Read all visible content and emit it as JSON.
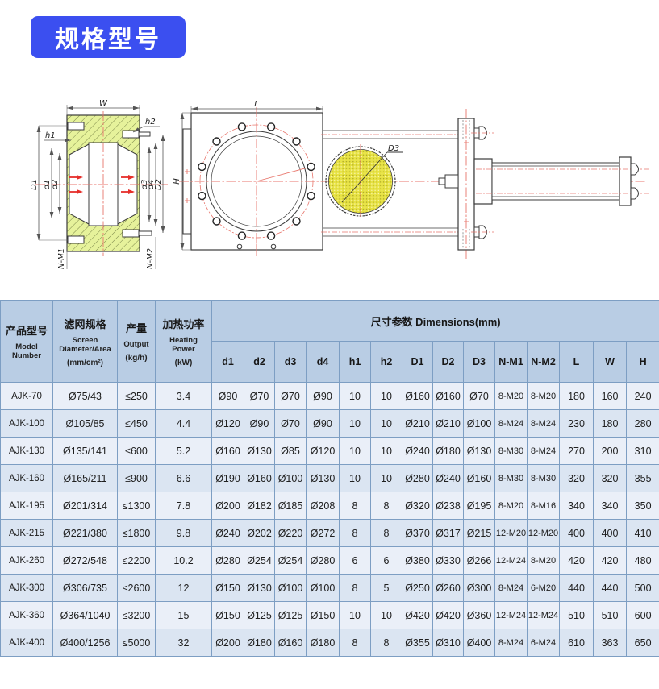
{
  "page": {
    "badge": "规格型号"
  },
  "colors": {
    "badge_blue": "#3b4ff0",
    "table_header_bg": "#b9cde4",
    "table_border": "#7d9ec3",
    "row_odd": "#eaeff8",
    "row_even": "#dbe5f2",
    "hatch_fill": "#e6f29b",
    "screen_fill": "#e7e243",
    "centerline_red": "#e8766c",
    "arrow_red": "#e62e2a",
    "line_dark": "#3b3b3b",
    "text_dark": "#1f1f1f"
  },
  "drawing": {
    "labels": {
      "W": "W",
      "h1": "h1",
      "h2": "h2",
      "D1": "D1",
      "d1": "d1",
      "d2": "d2",
      "d3": "d3",
      "d4": "d4",
      "D2": "D2",
      "N_M1": "N-M1",
      "N_M2": "N-M2",
      "L": "L",
      "H": "H",
      "D3": "D3"
    }
  },
  "table": {
    "group_headers": [
      {
        "zh": "产品型号",
        "en": "Model Number",
        "unit": ""
      },
      {
        "zh": "滤网规格",
        "en": "Screen Diameter/Area",
        "unit": "(mm/cm²)"
      },
      {
        "zh": "产量",
        "en": "Output",
        "unit": "(kg/h)"
      },
      {
        "zh": "加热功率",
        "en": "Heating Power",
        "unit": "(kW)"
      }
    ],
    "dims_title": "尺寸参数 Dimensions(mm)",
    "dim_cols": [
      "d1",
      "d2",
      "d3",
      "d4",
      "h1",
      "h2",
      "D1",
      "D2",
      "D3",
      "N-M1",
      "N-M2",
      "L",
      "W",
      "H"
    ],
    "rows": [
      [
        "AJK-70",
        "Ø75/43",
        "≤250",
        "3.4",
        "Ø90",
        "Ø70",
        "Ø70",
        "Ø90",
        "10",
        "10",
        "Ø160",
        "Ø160",
        "Ø70",
        "8-M20",
        "8-M20",
        "180",
        "160",
        "240"
      ],
      [
        "AJK-100",
        "Ø105/85",
        "≤450",
        "4.4",
        "Ø120",
        "Ø90",
        "Ø70",
        "Ø90",
        "10",
        "10",
        "Ø210",
        "Ø210",
        "Ø100",
        "8-M24",
        "8-M24",
        "230",
        "180",
        "280"
      ],
      [
        "AJK-130",
        "Ø135/141",
        "≤600",
        "5.2",
        "Ø160",
        "Ø130",
        "Ø85",
        "Ø120",
        "10",
        "10",
        "Ø240",
        "Ø180",
        "Ø130",
        "8-M30",
        "8-M24",
        "270",
        "200",
        "310"
      ],
      [
        "AJK-160",
        "Ø165/211",
        "≤900",
        "6.6",
        "Ø190",
        "Ø160",
        "Ø100",
        "Ø130",
        "10",
        "10",
        "Ø280",
        "Ø240",
        "Ø160",
        "8-M30",
        "8-M30",
        "320",
        "320",
        "355"
      ],
      [
        "AJK-195",
        "Ø201/314",
        "≤1300",
        "7.8",
        "Ø200",
        "Ø182",
        "Ø185",
        "Ø208",
        "8",
        "8",
        "Ø320",
        "Ø238",
        "Ø195",
        "8-M20",
        "8-M16",
        "340",
        "340",
        "350"
      ],
      [
        "AJK-215",
        "Ø221/380",
        "≤1800",
        "9.8",
        "Ø240",
        "Ø202",
        "Ø220",
        "Ø272",
        "8",
        "8",
        "Ø370",
        "Ø317",
        "Ø215",
        "12-M20",
        "12-M20",
        "400",
        "400",
        "410"
      ],
      [
        "AJK-260",
        "Ø272/548",
        "≤2200",
        "10.2",
        "Ø280",
        "Ø254",
        "Ø254",
        "Ø280",
        "6",
        "6",
        "Ø380",
        "Ø330",
        "Ø266",
        "12-M24",
        "8-M20",
        "420",
        "420",
        "480"
      ],
      [
        "AJK-300",
        "Ø306/735",
        "≤2600",
        "12",
        "Ø150",
        "Ø130",
        "Ø100",
        "Ø100",
        "8",
        "5",
        "Ø250",
        "Ø260",
        "Ø300",
        "8-M24",
        "6-M20",
        "440",
        "440",
        "500"
      ],
      [
        "AJK-360",
        "Ø364/1040",
        "≤3200",
        "15",
        "Ø150",
        "Ø125",
        "Ø125",
        "Ø150",
        "10",
        "10",
        "Ø420",
        "Ø420",
        "Ø360",
        "12-M24",
        "12-M24",
        "510",
        "510",
        "600"
      ],
      [
        "AJK-400",
        "Ø400/1256",
        "≤5000",
        "32",
        "Ø200",
        "Ø180",
        "Ø160",
        "Ø180",
        "8",
        "8",
        "Ø355",
        "Ø310",
        "Ø400",
        "8-M24",
        "6-M24",
        "610",
        "363",
        "650"
      ]
    ]
  }
}
